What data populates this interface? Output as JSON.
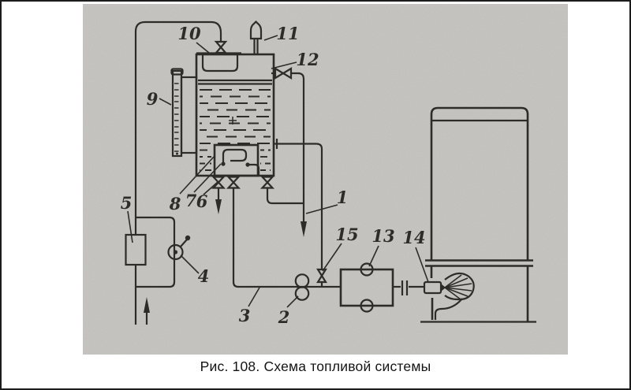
{
  "page": {
    "background": "#ffffff",
    "border_color": "#1c1c1c",
    "caption": "Рис. 108. Схема топливой системы"
  },
  "scan": {
    "paper_color": "#c9c8c4",
    "ink_color": "#2e2c28"
  },
  "diagram": {
    "part_labels": {
      "1": "1",
      "2": "2",
      "3": "3",
      "4": "4",
      "5": "5",
      "6": "6",
      "7": "7",
      "8": "8",
      "9": "9",
      "10": "10",
      "11": "11",
      "12": "12",
      "13": "13",
      "14": "14",
      "15": "15"
    }
  }
}
